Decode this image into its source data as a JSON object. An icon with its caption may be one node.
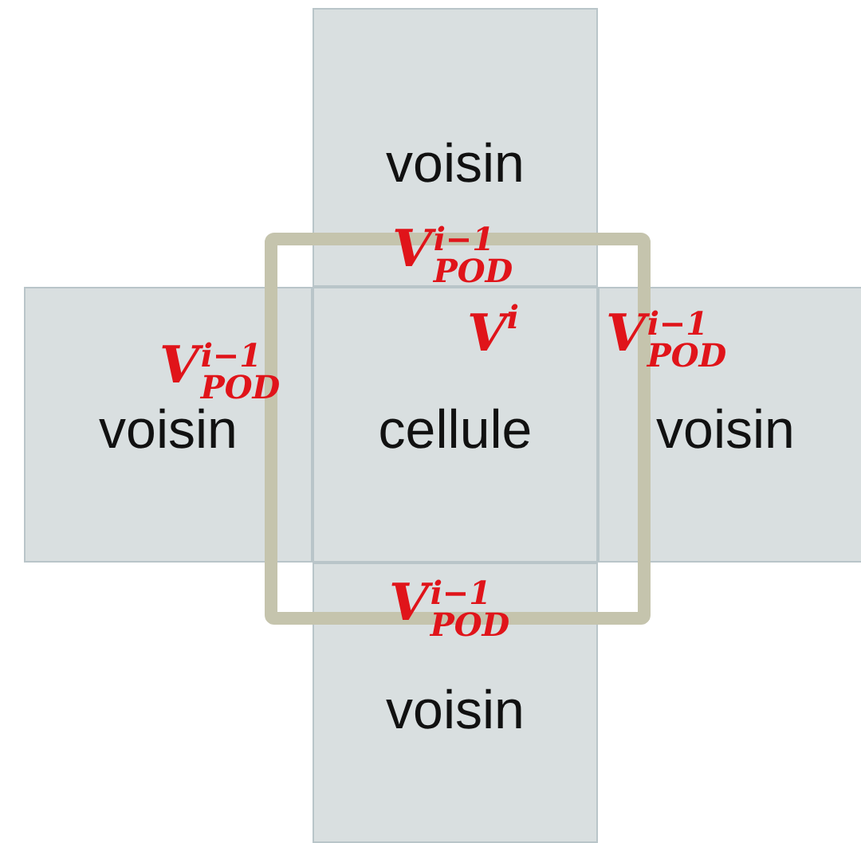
{
  "diagram": {
    "nodes": [
      {
        "text": [
          "voisin"
        ]
      },
      {
        "text": [],
        "shape": "box"
      },
      {
        "text": [
          "voisin"
        ]
      },
      {
        "text": [
          "V$^{i}$",
          "cellule"
        ],
        "in": 1
      },
      {
        "text": [
          "voisin"
        ]
      },
      {
        "text": [
          "voisin"
        ]
      }
    ],
    "labels": [
      "V$^{i−1}$$_{POD}$",
      "V$^{i−1}$$_{POD}$",
      "V$^{i−1}$$_{POD}$",
      "V$^{i−1}$$_{POD}$"
    ]
  }
}
